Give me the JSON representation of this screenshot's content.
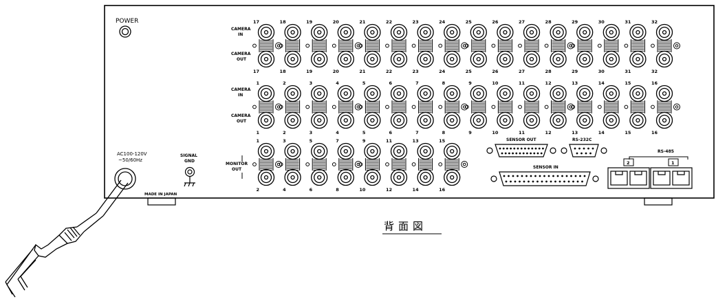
{
  "panel": {
    "power_label": "POWER",
    "camera_in_label": [
      "CAMERA",
      "IN"
    ],
    "camera_out_label": [
      "CAMERA",
      "OUT"
    ],
    "monitor_out_label": [
      "MONITOR",
      "OUT"
    ],
    "ac_label": [
      "AC100-120V",
      "~50/60Hz"
    ],
    "signal_gnd_label": [
      "SIGNAL",
      "GND"
    ],
    "made_in": "MADE IN JAPAN",
    "sensor_out_label": "SENSOR OUT",
    "rs232c_label": "RS-232C",
    "sensor_in_label": "SENSOR IN",
    "rs485_label": "RS-485",
    "rs485_ports": [
      "2",
      "1"
    ]
  },
  "camera_bank_upper": [
    "17",
    "18",
    "19",
    "20",
    "21",
    "22",
    "23",
    "24",
    "25",
    "26",
    "27",
    "28",
    "29",
    "30",
    "31",
    "32"
  ],
  "camera_bank_lower": [
    "1",
    "2",
    "3",
    "4",
    "5",
    "6",
    "7",
    "8",
    "9",
    "10",
    "11",
    "12",
    "13",
    "14",
    "15",
    "16"
  ],
  "monitor_top": [
    "1",
    "3",
    "5",
    "7",
    "9",
    "11",
    "13",
    "15"
  ],
  "monitor_bottom": [
    "2",
    "4",
    "6",
    "8",
    "10",
    "12",
    "14",
    "16"
  ],
  "caption": "背面図"
}
